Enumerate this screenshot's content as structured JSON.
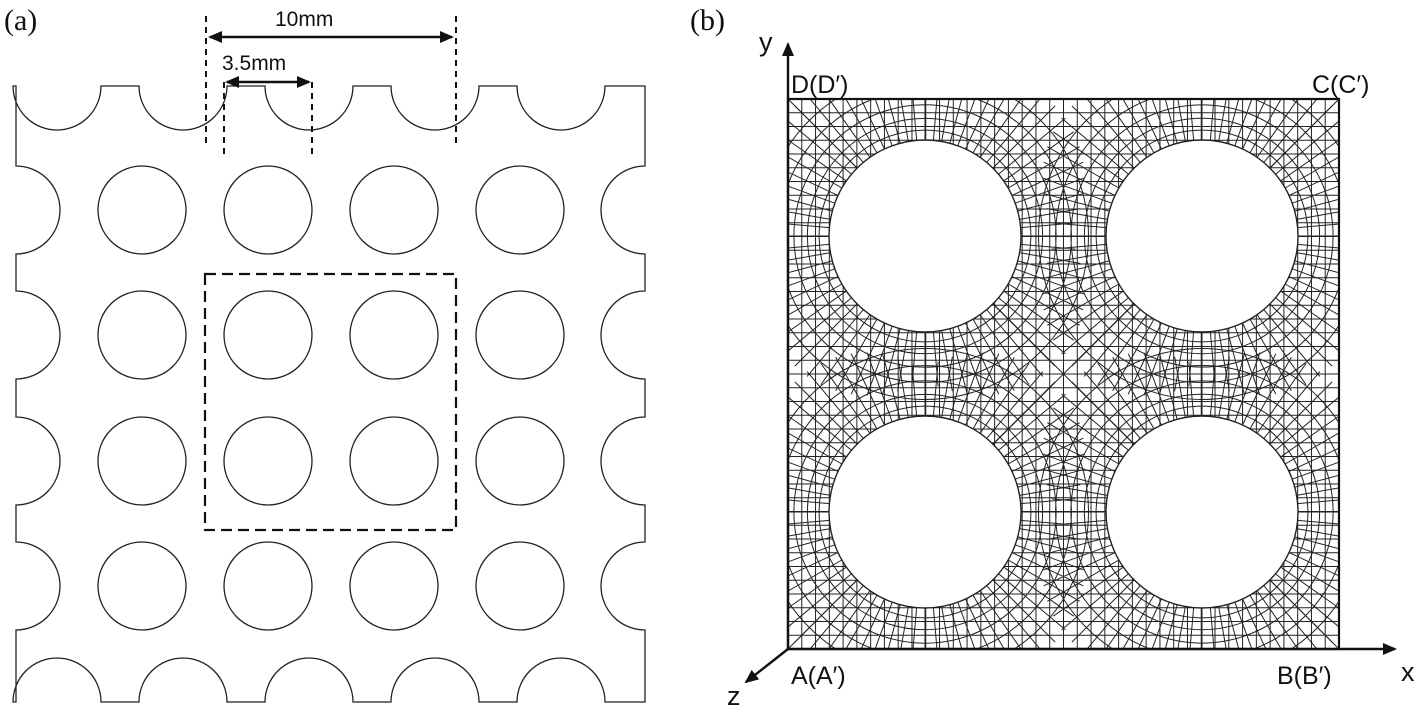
{
  "panels": {
    "a": {
      "label": "(a)"
    },
    "b": {
      "label": "(b)"
    }
  },
  "dimensions": {
    "pitch": "10mm",
    "diameter": "3.5mm"
  },
  "corners": {
    "top_left": "D(D′)",
    "top_right": "C(C′)",
    "bottom_left": "A(A′)",
    "bottom_right": "B(B′)"
  },
  "axes": {
    "x": "x",
    "y": "y",
    "z": "z"
  }
}
